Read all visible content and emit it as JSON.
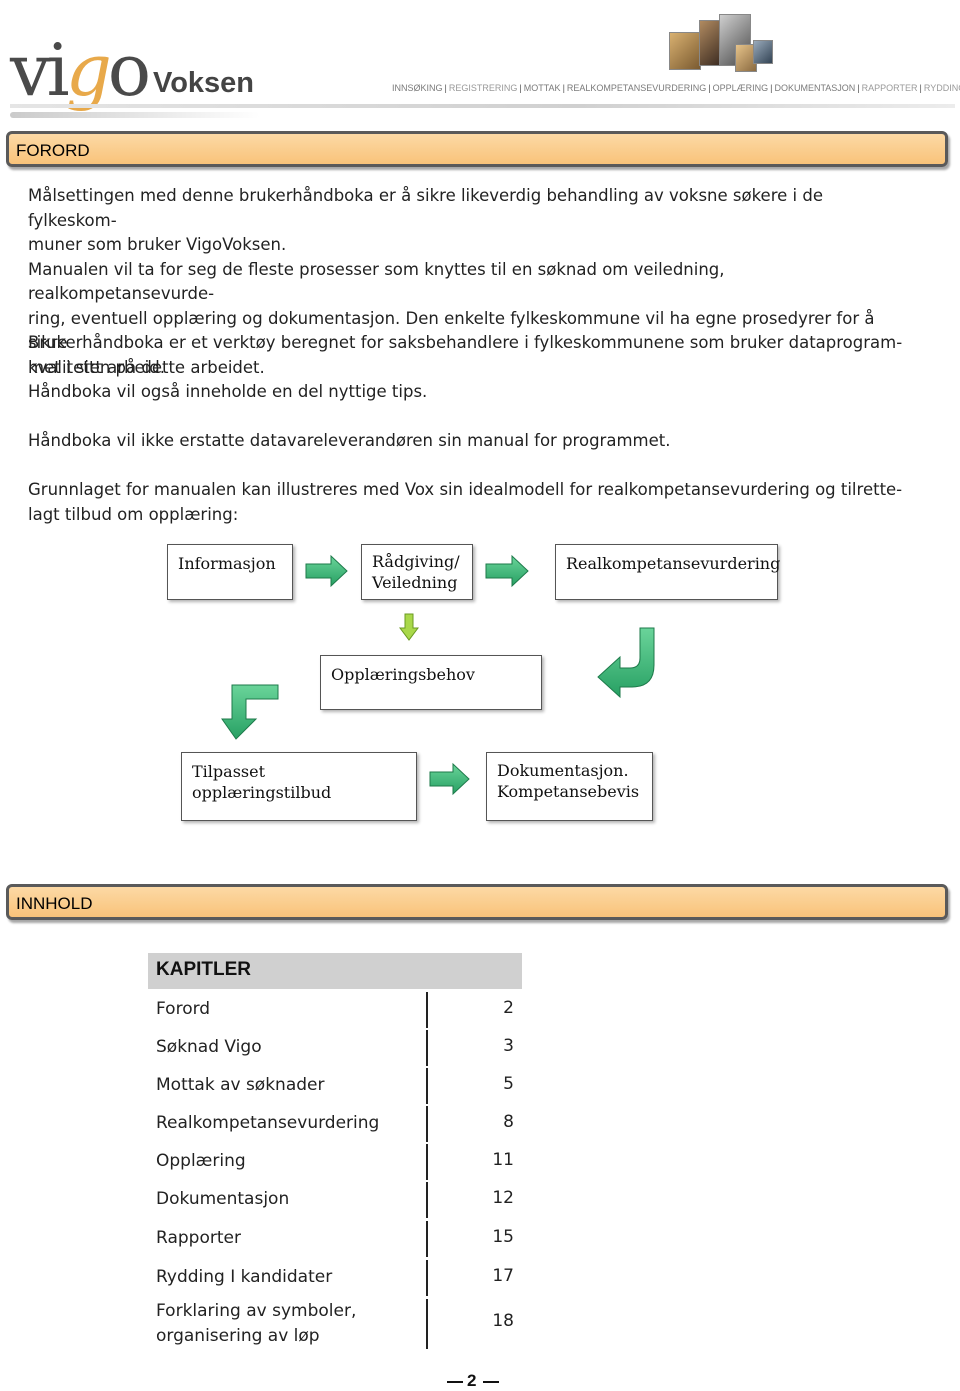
{
  "header": {
    "logo": {
      "part1": "vi",
      "part2": "g",
      "part3": "o",
      "sub": "Voksen"
    },
    "nav": [
      {
        "label": "INNSØKING",
        "active": false
      },
      {
        "label": "REGISTRERING",
        "active": false
      },
      {
        "label": "MOTTAK",
        "active": true
      },
      {
        "label": "REALKOMPETANSEVURDERING",
        "active": true
      },
      {
        "label": "OPPLÆRING",
        "active": true
      },
      {
        "label": "DOKUMENTASJON",
        "active": true
      },
      {
        "label": "RAPPORTER",
        "active": false
      },
      {
        "label": "RYDDING",
        "active": false
      }
    ]
  },
  "forord": {
    "title": "FORORD",
    "p1": [
      "Målsettingen med denne brukerhåndboka er å sikre likeverdig behandling av voksne søkere i de fylkeskom-",
      "muner som bruker VigoVoksen.",
      "Manualen vil ta for seg de fleste prosesser som knyttes til en søknad om veiledning, realkompetansevurde-",
      "ring, eventuell opplæring og dokumentasjon. Den enkelte fylkeskommune vil ha egne prosedyrer for å sikre",
      "kvaliteten på dette arbeidet."
    ],
    "p2": [
      "Brukerhåndboka er et verktøy beregnet for saksbehandlere i fylkeskommunene som bruker dataprogram-",
      "met i sitt arbeid.",
      "Håndboka vil også inneholde en del nyttige tips."
    ],
    "p3": "Håndboka vil ikke erstatte datavareleverandøren sin manual for programmet.",
    "p4": [
      "Grunnlaget for manualen kan illustreres med Vox sin idealmodell for realkompetansevurdering og tilrette-",
      "lagt tilbud om opplæring:"
    ]
  },
  "diagram": {
    "informasjon": "Informasjon",
    "radgiving_1": "Rådgiving/",
    "radgiving_2": "Veiledning",
    "realkompetanse": "Realkompetansevurdering",
    "opplaeringsbehov": "Opplæringsbehov",
    "tilpasset": "Tilpasset  opplæringstilbud",
    "dok_1": "Dokumentasjon.",
    "dok_2": "Kompetansebevis",
    "arrow_color": "#3cb87a"
  },
  "innhold": {
    "title": "INNHOLD",
    "toc_header": "KAPITLER",
    "rows": [
      {
        "label": "Forord",
        "page": "2"
      },
      {
        "label": "Søknad Vigo",
        "page": "3"
      },
      {
        "label": "Mottak av søknader",
        "page": "5"
      },
      {
        "label": "Realkompetansevurdering",
        "page": "8"
      },
      {
        "label": "Opplæring",
        "page": "11"
      },
      {
        "label": "Dokumentasjon",
        "page": "12"
      },
      {
        "label": "Rapporter",
        "page": "15"
      },
      {
        "label": "Rydding I kandidater",
        "page": "17"
      },
      {
        "label": "Forklaring av symboler,",
        "label2": "organisering av løp",
        "page": "18"
      }
    ]
  },
  "footer": {
    "page_number": "2"
  },
  "colors": {
    "bar_fill": "#f9c37a",
    "bar_border": "#5a5a5a",
    "toc_header_bg": "#d0d0d0",
    "logo_accent": "#e8a94a"
  }
}
